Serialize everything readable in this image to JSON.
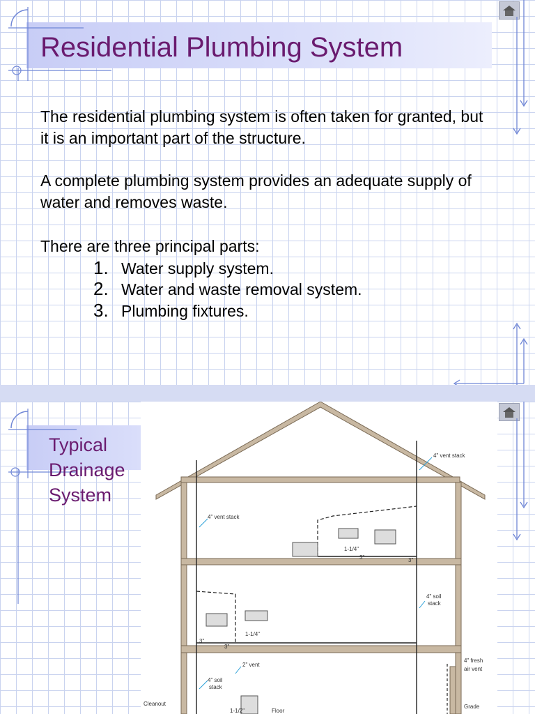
{
  "slide1": {
    "title": "Residential Plumbing System",
    "paragraph1": "The residential plumbing system is often taken for granted, but it is an important part of the structure.",
    "paragraph2": "A complete plumbing system provides an adequate supply of water and removes waste.",
    "paragraph3": "There are three principal parts:",
    "list": [
      {
        "num": "1.",
        "text": "Water supply system."
      },
      {
        "num": "2.",
        "text": "Water and waste removal system."
      },
      {
        "num": "3.",
        "text": "Plumbing fixtures."
      }
    ]
  },
  "slide2": {
    "title_lines": [
      "Typical",
      "Drainage",
      "System"
    ],
    "diagram_labels": {
      "vent_stack_top": "4\" vent stack",
      "vent_stack_left": "4\" vent stack",
      "pipe_size_1": "1-1/4\"",
      "soil_stack_right_1": "4\" soil",
      "soil_stack_right_2": "stack",
      "pipe_size_2": "1-1/4\"",
      "vent_2": "2\" vent",
      "soil_stack_left_1": "4\" soil",
      "soil_stack_left_2": "stack",
      "fresh_air_1": "4\" fresh",
      "fresh_air_2": "air vent",
      "cleanout": "Cleanout",
      "grade": "Grade",
      "floor": "Floor",
      "pipe_size_3": "1-1/2\"",
      "size_3a": "3\"",
      "size_3b": "3\"",
      "size_3c": "3\"",
      "size_3d": "3\""
    }
  },
  "colors": {
    "title": "#6a1b6f",
    "grid": "#c9d3ef",
    "accent_line": "#6f86d6",
    "title_bar": "#c8cdf6"
  },
  "icons": [
    "home-icon",
    "arrow-down-icon",
    "arrow-up-icon",
    "arrow-left-icon"
  ]
}
